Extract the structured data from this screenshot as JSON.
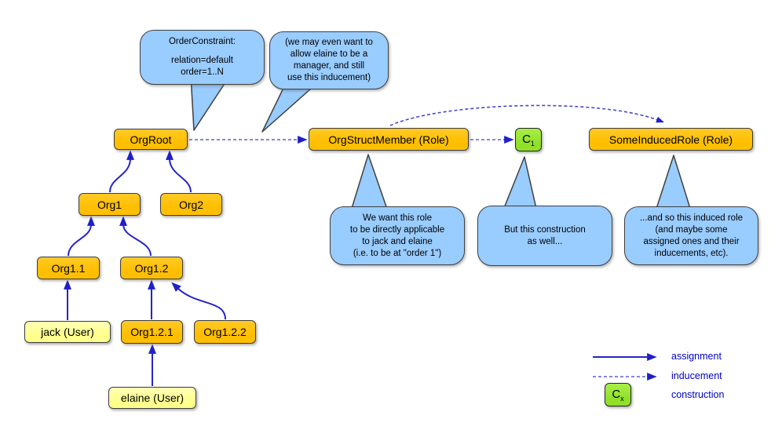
{
  "nodes": {
    "orgroot": {
      "label": "OrgRoot"
    },
    "org1": {
      "label": "Org1"
    },
    "org2": {
      "label": "Org2"
    },
    "org11": {
      "label": "Org1.1"
    },
    "org12": {
      "label": "Org1.2"
    },
    "jack": {
      "label": "jack (User)"
    },
    "org121": {
      "label": "Org1.2.1"
    },
    "org122": {
      "label": "Org1.2.2"
    },
    "elaine": {
      "label": "elaine (User)"
    },
    "orgstructmember": {
      "label": "OrgStructMember (Role)"
    },
    "c1": {
      "base": "C",
      "sub": "1"
    },
    "someinducedrole": {
      "label": "SomeInducedRole (Role)"
    }
  },
  "bubbles": {
    "order_constraint": {
      "title": "OrderConstraint:",
      "lines": [
        "relation=default",
        "order=1..N"
      ]
    },
    "manager_note": {
      "lines": [
        "(we may even want to",
        "allow elaine to be a",
        "manager, and still",
        "use this inducement)"
      ]
    },
    "role_note": {
      "lines": [
        "We want this role",
        "to be directly applicable",
        "to jack and elaine",
        "(i.e. to be at \"order 1\")"
      ]
    },
    "construction_note": {
      "lines": [
        "But this construction",
        "as well..."
      ]
    },
    "induced_note": {
      "lines": [
        "...and so this induced role",
        "(and maybe some",
        "assigned ones and their",
        "inducements, etc)."
      ]
    }
  },
  "legend": {
    "assignment": "assignment",
    "inducement": "inducement",
    "construction": "construction",
    "cx_base": "C",
    "cx_sub": "x"
  },
  "colors": {
    "org_box": "#ffc000",
    "user_box": "#ffff99",
    "construction_box": "#99e632",
    "bubble": "#99ccff",
    "assignment_arrow": "#2525c8",
    "inducement_dash": "#8585e8",
    "legend_text": "#0000c8"
  }
}
